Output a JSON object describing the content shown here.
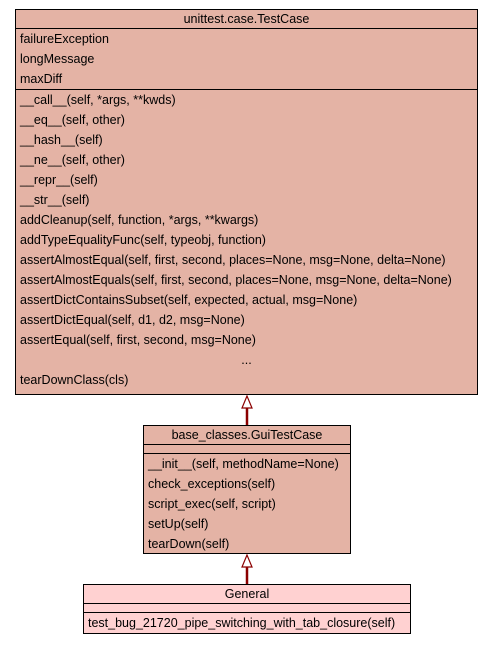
{
  "classes": [
    {
      "name": "unittest.case.TestCase",
      "attributes": [
        "failureException",
        "longMessage",
        "maxDiff"
      ],
      "methods": [
        "__call__(self, *args, **kwds)",
        "__eq__(self, other)",
        "__hash__(self)",
        "__ne__(self, other)",
        "__repr__(self)",
        "__str__(self)",
        "addCleanup(self, function, *args, **kwargs)",
        "addTypeEqualityFunc(self, typeobj, function)",
        "assertAlmostEqual(self, first, second, places=None, msg=None, delta=None)",
        "assertAlmostEquals(self, first, second, places=None, msg=None, delta=None)",
        "assertDictContainsSubset(self, expected, actual, msg=None)",
        "assertDictEqual(self, d1, d2, msg=None)",
        "assertEqual(self, first, second, msg=None)",
        "...",
        "tearDownClass(cls)"
      ]
    },
    {
      "name": "base_classes.GuiTestCase",
      "attributes": [],
      "methods": [
        "__init__(self, methodName=None)",
        "check_exceptions(self)",
        "script_exec(self, script)",
        "setUp(self)",
        "tearDown(self)"
      ]
    },
    {
      "name": "General",
      "attributes": [],
      "methods": [
        "test_bug_21720_pipe_switching_with_tab_closure(self)"
      ]
    }
  ],
  "colors": {
    "base_fill": "#e4b3a5",
    "leaf_fill": "#ffd1d1",
    "edge": "#8b0000"
  }
}
